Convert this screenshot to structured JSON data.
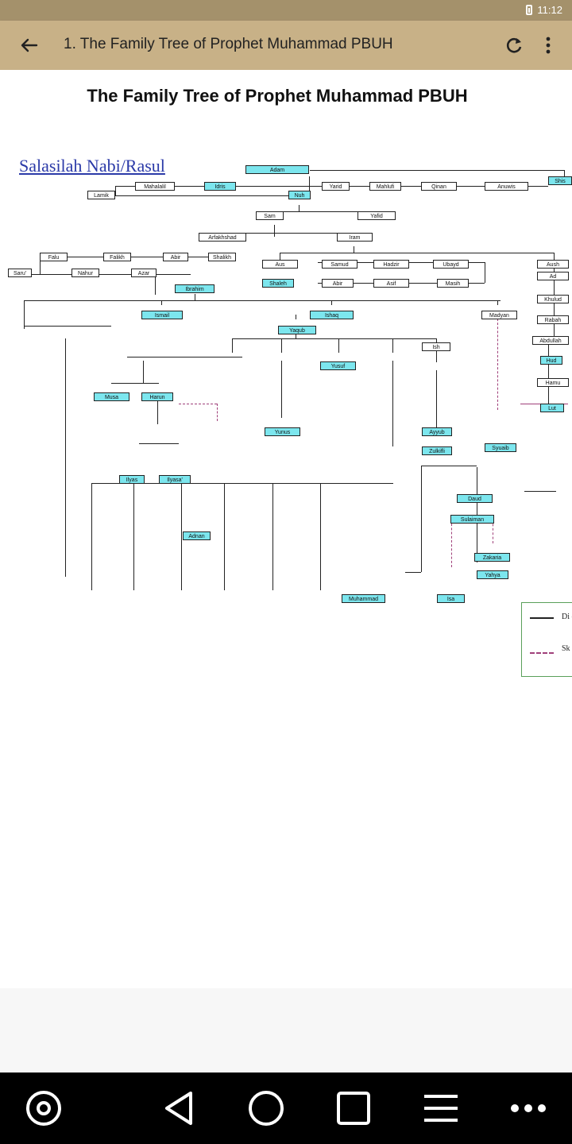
{
  "status_bar": {
    "time": "11:12"
  },
  "app_bar": {
    "title": "1. The Family Tree of Prophet Muhammad PBUH"
  },
  "content": {
    "heading": "The Family Tree of Prophet Muhammad PBUH",
    "tree_title": "Salasilah Nabi/Rasul",
    "legend": {
      "solid_label": "Di de",
      "dashed_label": "Sk ge"
    }
  },
  "tree_nodes": [
    {
      "label": "Adam",
      "prophet": true
    },
    {
      "label": "Mahalalil",
      "prophet": false
    },
    {
      "label": "Idris",
      "prophet": true
    },
    {
      "label": "Yarid",
      "prophet": false
    },
    {
      "label": "Mahlufi",
      "prophet": false
    },
    {
      "label": "Qinan",
      "prophet": false
    },
    {
      "label": "Anuwis",
      "prophet": false
    },
    {
      "label": "Shis",
      "prophet": true
    },
    {
      "label": "Lamik",
      "prophet": false
    },
    {
      "label": "Nuh",
      "prophet": true
    },
    {
      "label": "Sam",
      "prophet": false
    },
    {
      "label": "Yafid",
      "prophet": false
    },
    {
      "label": "Arfakhshad",
      "prophet": false
    },
    {
      "label": "Iram",
      "prophet": false
    },
    {
      "label": "Falu",
      "prophet": false
    },
    {
      "label": "Falikh",
      "prophet": false
    },
    {
      "label": "Abir",
      "prophet": false
    },
    {
      "label": "Shalikh",
      "prophet": false
    },
    {
      "label": "Aus",
      "prophet": false
    },
    {
      "label": "Samud",
      "prophet": false
    },
    {
      "label": "Hadzir",
      "prophet": false
    },
    {
      "label": "Ubayd",
      "prophet": false
    },
    {
      "label": "Aush",
      "prophet": false
    },
    {
      "label": "Saru'",
      "prophet": false
    },
    {
      "label": "Nahur",
      "prophet": false
    },
    {
      "label": "Azar",
      "prophet": false
    },
    {
      "label": "Shaleh",
      "prophet": true
    },
    {
      "label": "Abir",
      "prophet": false
    },
    {
      "label": "Asif",
      "prophet": false
    },
    {
      "label": "Masih",
      "prophet": false
    },
    {
      "label": "Ad",
      "prophet": false
    },
    {
      "label": "Ibrahim",
      "prophet": true
    },
    {
      "label": "Khulud",
      "prophet": false
    },
    {
      "label": "Ismail",
      "prophet": true
    },
    {
      "label": "Ishaq",
      "prophet": true
    },
    {
      "label": "Madyan",
      "prophet": false
    },
    {
      "label": "Rabah",
      "prophet": false
    },
    {
      "label": "Abdullah",
      "prophet": false
    },
    {
      "label": "Yaqub",
      "prophet": true
    },
    {
      "label": "Ish",
      "prophet": false
    },
    {
      "label": "Hud",
      "prophet": true
    },
    {
      "label": "Hamu",
      "prophet": false
    },
    {
      "label": "Lut",
      "prophet": true
    },
    {
      "label": "Yusuf",
      "prophet": true
    },
    {
      "label": "Musa",
      "prophet": true
    },
    {
      "label": "Harun",
      "prophet": true
    },
    {
      "label": "Ayyub",
      "prophet": true
    },
    {
      "label": "Zulkifli",
      "prophet": true
    },
    {
      "label": "Yunus",
      "prophet": true
    },
    {
      "label": "Syuaib",
      "prophet": true
    },
    {
      "label": "Ilyas",
      "prophet": true
    },
    {
      "label": "Ilyasa'",
      "prophet": true
    },
    {
      "label": "Daud",
      "prophet": true
    },
    {
      "label": "Sulaiman",
      "prophet": true
    },
    {
      "label": "Zakaria",
      "prophet": true
    },
    {
      "label": "Yahya",
      "prophet": true
    },
    {
      "label": "Isa",
      "prophet": true
    },
    {
      "label": "Adnan",
      "prophet": true
    },
    {
      "label": "Muhammad",
      "prophet": true
    }
  ]
}
